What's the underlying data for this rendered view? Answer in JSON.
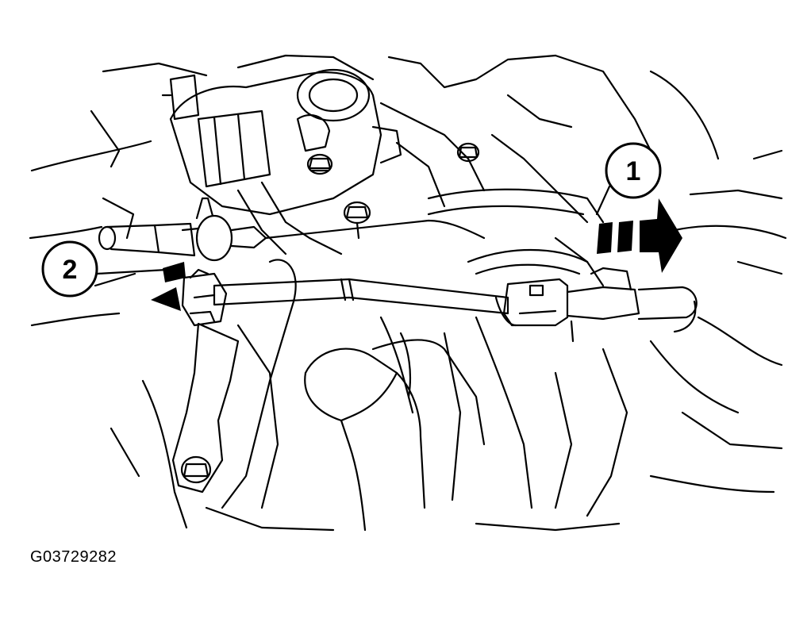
{
  "callouts": [
    {
      "id": "1",
      "label": "1"
    },
    {
      "id": "2",
      "label": "2"
    }
  ],
  "figure_id": "G03729282",
  "colors": {
    "line": "#000000",
    "background": "#ffffff"
  }
}
